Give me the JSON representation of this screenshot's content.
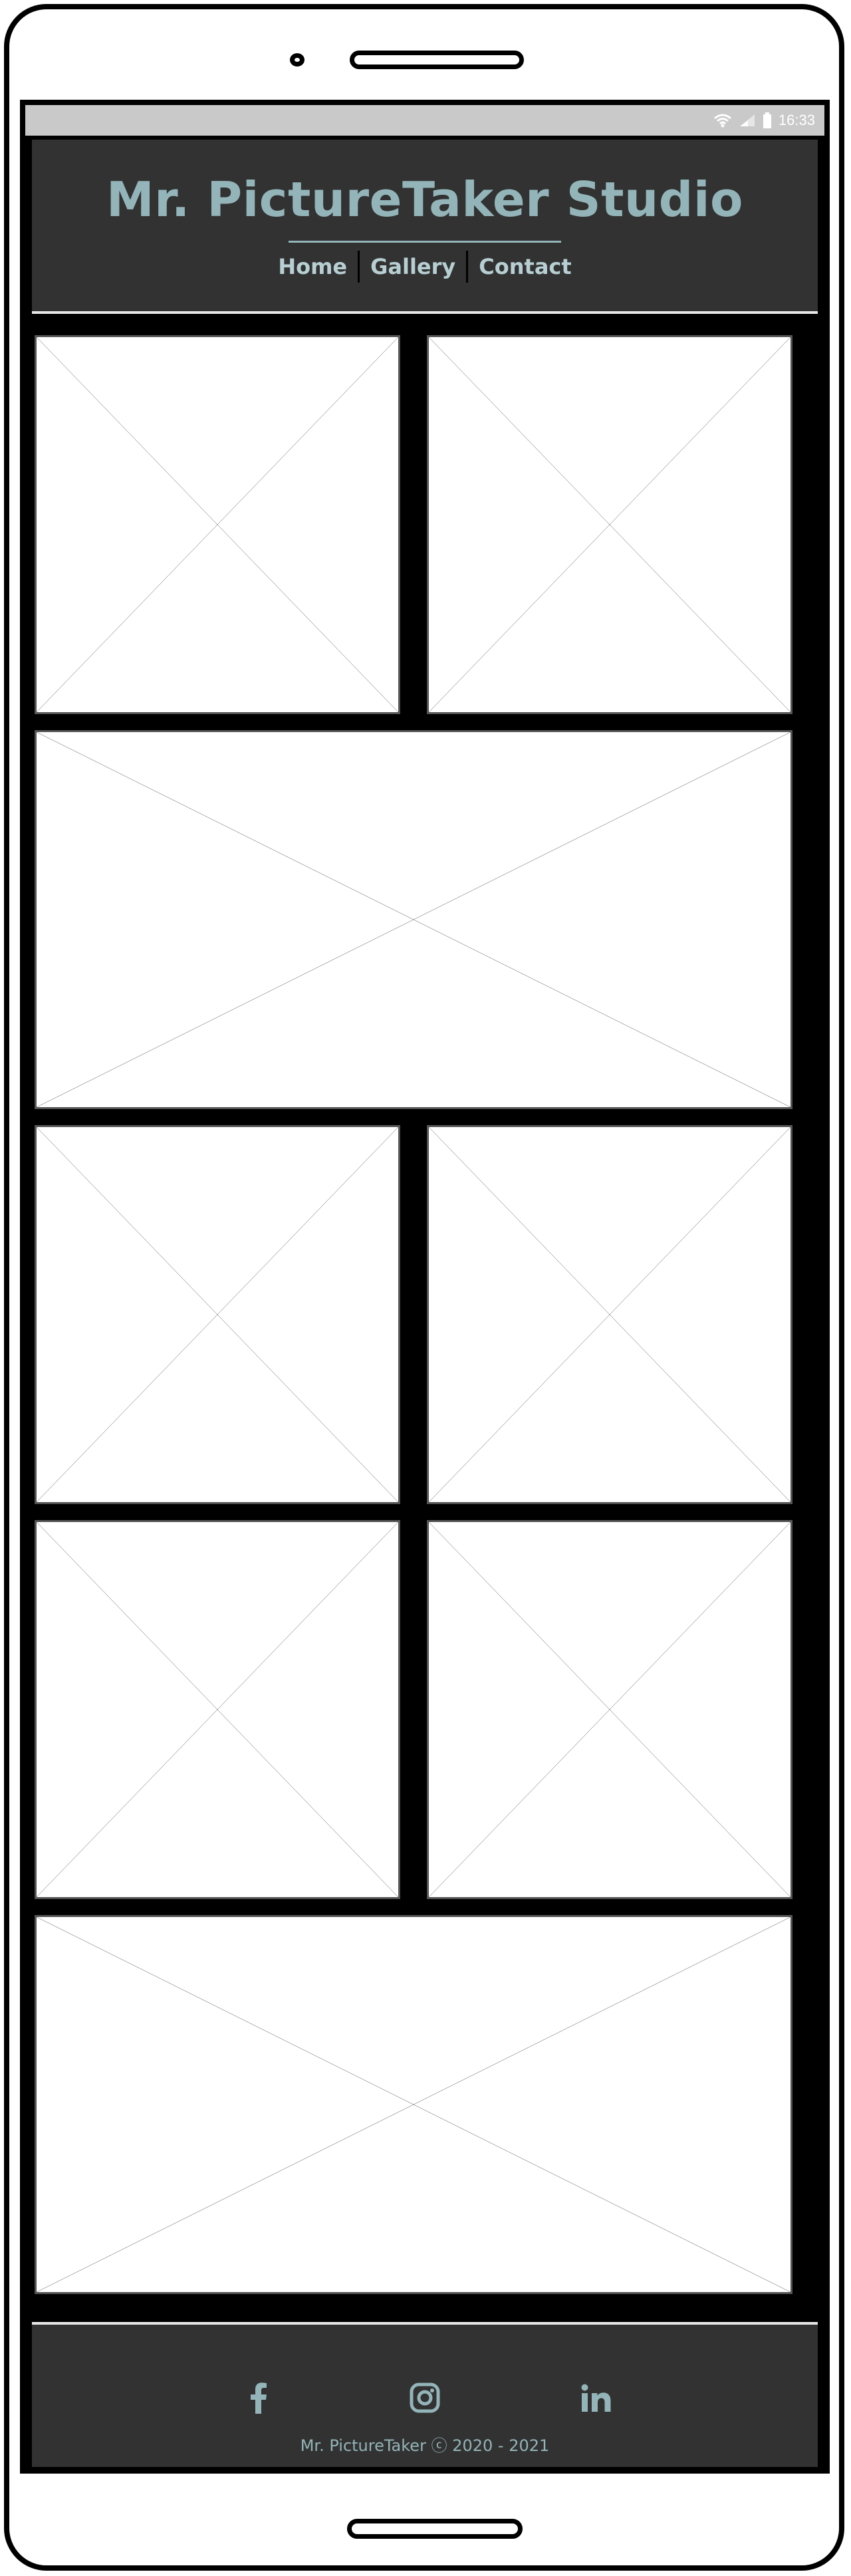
{
  "status_bar": {
    "time": "16:33",
    "icons": [
      "wifi-icon",
      "signal-icon",
      "battery-icon"
    ]
  },
  "header": {
    "title": "Mr. PictureTaker Studio",
    "nav": [
      "Home",
      "Gallery",
      "Contact"
    ]
  },
  "gallery": {
    "tiles": [
      {
        "kind": "image-placeholder"
      },
      {
        "kind": "image-placeholder"
      },
      {
        "kind": "image-placeholder"
      },
      {
        "kind": "image-placeholder"
      },
      {
        "kind": "image-placeholder"
      },
      {
        "kind": "image-placeholder"
      },
      {
        "kind": "image-placeholder"
      },
      {
        "kind": "image-placeholder"
      }
    ]
  },
  "footer": {
    "social": [
      "facebook-icon",
      "instagram-icon",
      "linkedin-icon"
    ],
    "copyright": "Mr. PictureTaker ⓒ 2020 - 2021"
  },
  "colors": {
    "header_bg": "#323232",
    "accent": "#93b4b8",
    "screen_bg": "#000000",
    "status_bar": "#c9c9c9"
  }
}
